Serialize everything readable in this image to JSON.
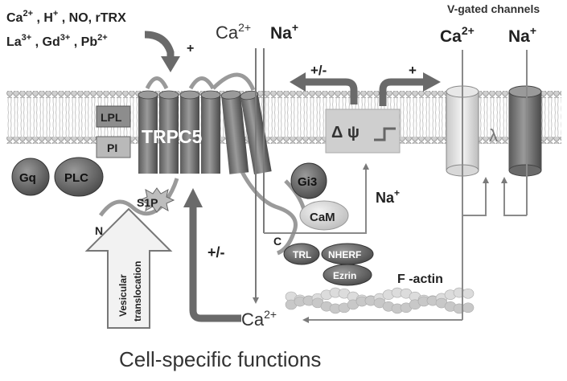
{
  "ligands": {
    "line1": [
      "Ca",
      "2+",
      " , H",
      "+",
      " , NO, rTRX"
    ],
    "line2": [
      "La",
      "3+",
      " , Gd",
      "3+",
      " , Pb",
      "2+"
    ],
    "plus": "+"
  },
  "membrane_labels": {
    "lpl": "LPL",
    "pi": "PI",
    "gq": "Gq",
    "plc": "PLC",
    "trpc5": "TRPC5",
    "s1p": "S1P",
    "n_terminus": "N",
    "c_terminus": "C"
  },
  "ions_top": {
    "ca_base": "Ca",
    "ca_sup": "2+",
    "na_base": "Na",
    "na_sup": "+"
  },
  "potential": {
    "delta_psi": "Δ ψ",
    "left_sign": "+/-",
    "right_sign": "+"
  },
  "vgated": {
    "title": "V-gated channels",
    "ca_base": "Ca",
    "ca_sup": "2+",
    "na_base": "Na",
    "na_sup": "+",
    "lambda": "λ"
  },
  "intracellular": {
    "gi3": "Gi3",
    "cam": "CaM",
    "na_base": "Na",
    "na_sup": "+",
    "trl": "TRL",
    "nherf": "NHERF",
    "ezrin": "Ezrin",
    "factin": "F -actin",
    "feedback_sign": "+/-",
    "vesicular": [
      "Vesicular",
      "translocation"
    ],
    "ca_base": "Ca",
    "ca_sup": "2+"
  },
  "footer": "Cell-specific functions"
}
